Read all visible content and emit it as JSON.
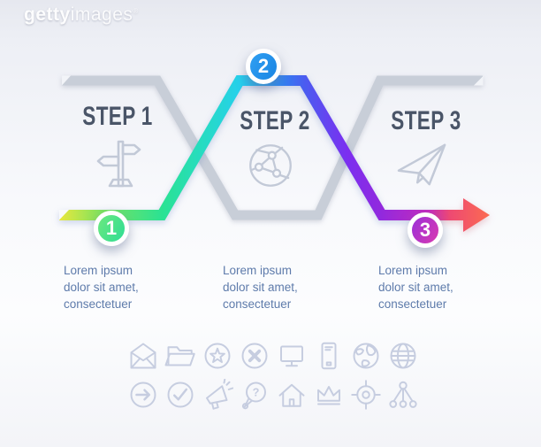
{
  "watermark": {
    "brand_bold": "getty",
    "brand_light": "images",
    "registered": "®"
  },
  "steps": [
    {
      "number": "1",
      "title": "STEP 1",
      "description": "Lorem ipsum\ndolor sit amet,\nconsectetuer",
      "icon": "signpost-icon",
      "badge_color_start": "#6ce87e",
      "badge_color_end": "#2edd95"
    },
    {
      "number": "2",
      "title": "STEP 2",
      "description": "Lorem ipsum\ndolor sit amet,\nconsectetuer",
      "icon": "globe-network-icon",
      "badge_color_start": "#2f9ff2",
      "badge_color_end": "#1a85e3"
    },
    {
      "number": "3",
      "title": "STEP 3",
      "description": "Lorem ipsum\ndolor sit amet,\nconsectetuer",
      "icon": "paper-plane-icon",
      "badge_color_start": "#9b30d9",
      "badge_color_end": "#d93ab0"
    }
  ],
  "flow_colors": {
    "yellow": "#e9e73d",
    "green": "#2ae293",
    "teal": "#27dcc0",
    "cyan": "#26d0ec",
    "blue": "#2196f3",
    "violet": "#7b2ff0",
    "purple": "#9229dd",
    "magenta": "#c52bbf",
    "pink": "#ee4a72",
    "red_orange": "#fb6a52",
    "gray_track": "#c8ced8"
  },
  "text_colors": {
    "step_title": "#4a5568",
    "description": "#5e7bab",
    "outline_icons": "#c6cde0"
  },
  "icon_grid": {
    "row1": [
      "mail-open-icon",
      "folder-icon",
      "star-circle-icon",
      "close-circle-icon",
      "monitor-icon",
      "smartphone-icon",
      "earth-globe-icon",
      "globe-grid-icon"
    ],
    "row2": [
      "arrow-right-circle-icon",
      "check-circle-icon",
      "megaphone-icon",
      "chat-question-icon",
      "home-icon",
      "crown-icon",
      "target-icon",
      "network-icon"
    ]
  }
}
